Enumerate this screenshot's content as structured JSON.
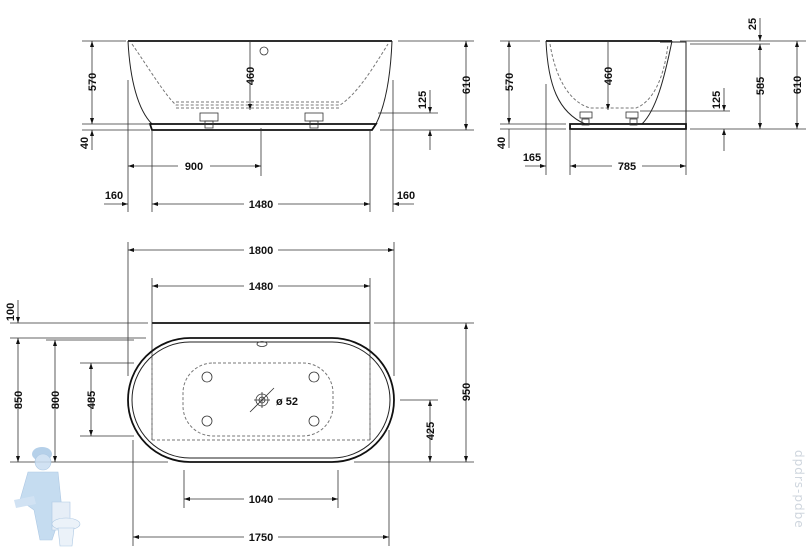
{
  "drawing": {
    "title": "Freestanding bathtub technical drawing",
    "units": "mm",
    "colors": {
      "lines": "#222222",
      "text": "#111111",
      "watermark": "#cfd6de",
      "mascot": "#bcd6ee"
    }
  },
  "front_view": {
    "dims": {
      "height_rim_to_base": "570",
      "base_height": "40",
      "inner_depth": "460",
      "total_height": "610",
      "drain_height": "125",
      "drain_offset": "900",
      "overhang_left": "160",
      "base_length": "1480",
      "overhang_right": "160"
    }
  },
  "side_view": {
    "dims": {
      "height_rim_to_base": "570",
      "base_height": "40",
      "inner_depth": "460",
      "rim_offset": "25",
      "panel_height": "585",
      "total_height": "610",
      "drain_height": "125",
      "overhang": "165",
      "base_width": "785"
    }
  },
  "plan_view": {
    "dims": {
      "overall_length": "1800",
      "panel_length": "1480",
      "panel_depth": "100",
      "width_850": "850",
      "width_800": "800",
      "inner_width": "485",
      "overall_width": "950",
      "drain_center": "425",
      "inner_length": "1040",
      "length_1750": "1750",
      "drain_diameter": "ø 52"
    }
  },
  "watermark": {
    "text": "dpdrs-pdbe"
  }
}
